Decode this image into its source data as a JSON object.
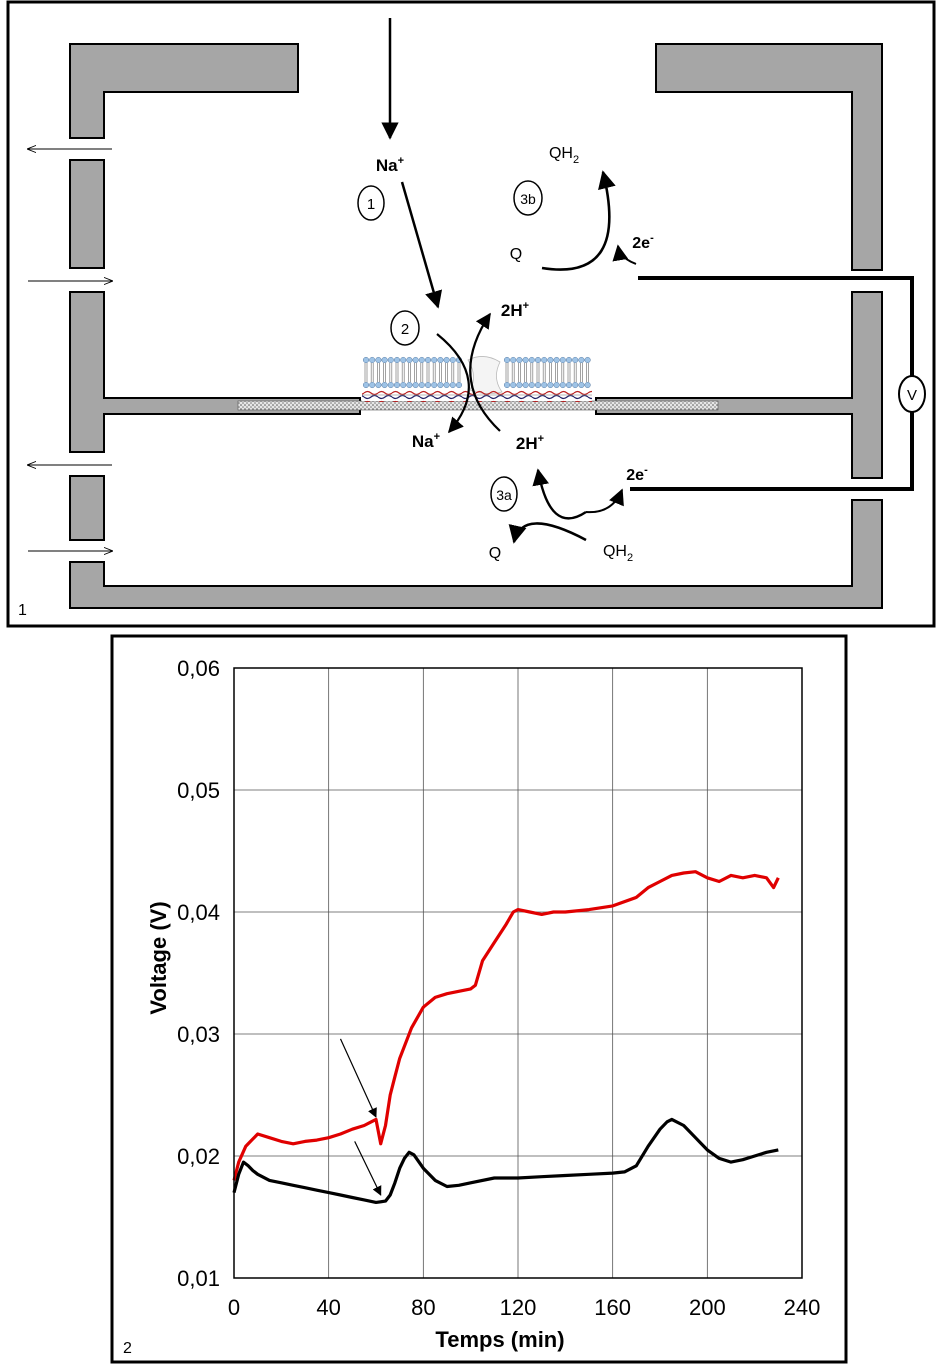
{
  "panel1": {
    "number": "1",
    "labels": {
      "na_top": "Na",
      "na_top_sup": "+",
      "step1": "1",
      "step2": "2",
      "step3a": "3a",
      "step3b": "3b",
      "h_top": "2H",
      "h_top_sup": "+",
      "na_bottom": "Na",
      "na_bottom_sup": "+",
      "h_bottom": "2H",
      "h_bottom_sup": "+",
      "qh2_top": "QH",
      "qh2_top_sub": "2",
      "q_top": "Q",
      "e_top": "2e",
      "e_top_sup": "-",
      "e_bottom": "2e",
      "e_bottom_sup": "-",
      "q_bottom": "Q",
      "qh2_bottom": "QH",
      "qh2_bottom_sub": "2",
      "voltmeter": "V"
    }
  },
  "panel2": {
    "number": "2"
  },
  "chart_data": {
    "type": "line",
    "title": "",
    "xlabel": "Temps (min)",
    "ylabel": "Voltage (V)",
    "xlim": [
      0,
      240
    ],
    "ylim": [
      0.01,
      0.06
    ],
    "x_ticks": [
      0,
      40,
      80,
      120,
      160,
      200,
      240
    ],
    "x_tick_labels": [
      "0",
      "40",
      "80",
      "120",
      "160",
      "200",
      "240"
    ],
    "y_ticks": [
      0.01,
      0.02,
      0.03,
      0.04,
      0.05,
      0.06
    ],
    "y_tick_labels": [
      "0,01",
      "0,02",
      "0,03",
      "0,04",
      "0,05",
      "0,06"
    ],
    "grid": true,
    "series": [
      {
        "color": "#e00000",
        "x": [
          0,
          2,
          5,
          10,
          15,
          20,
          25,
          30,
          35,
          40,
          45,
          50,
          55,
          58,
          60,
          62,
          64,
          66,
          68,
          70,
          75,
          80,
          85,
          90,
          95,
          100,
          102,
          105,
          110,
          115,
          118,
          120,
          125,
          130,
          135,
          140,
          150,
          160,
          170,
          175,
          180,
          185,
          190,
          195,
          200,
          205,
          210,
          215,
          220,
          225,
          228,
          230
        ],
        "y": [
          0.018,
          0.0195,
          0.0208,
          0.0218,
          0.0215,
          0.0212,
          0.021,
          0.0212,
          0.0213,
          0.0215,
          0.0218,
          0.0222,
          0.0225,
          0.0228,
          0.023,
          0.021,
          0.0225,
          0.025,
          0.0265,
          0.028,
          0.0305,
          0.0322,
          0.033,
          0.0333,
          0.0335,
          0.0337,
          0.034,
          0.036,
          0.0375,
          0.039,
          0.04,
          0.0402,
          0.04,
          0.0398,
          0.04,
          0.04,
          0.0402,
          0.0405,
          0.0412,
          0.042,
          0.0425,
          0.043,
          0.0432,
          0.0433,
          0.0428,
          0.0425,
          0.043,
          0.0428,
          0.043,
          0.0428,
          0.042,
          0.0428
        ]
      },
      {
        "color": "#000000",
        "x": [
          0,
          2,
          4,
          6,
          8,
          10,
          15,
          20,
          25,
          30,
          35,
          40,
          45,
          50,
          55,
          60,
          64,
          66,
          68,
          70,
          72,
          74,
          76,
          80,
          85,
          90,
          95,
          100,
          110,
          120,
          130,
          140,
          150,
          160,
          165,
          170,
          175,
          180,
          183,
          185,
          190,
          195,
          200,
          205,
          210,
          215,
          220,
          225,
          230
        ],
        "y": [
          0.017,
          0.0185,
          0.0195,
          0.0192,
          0.0188,
          0.0185,
          0.018,
          0.0178,
          0.0176,
          0.0174,
          0.0172,
          0.017,
          0.0168,
          0.0166,
          0.0164,
          0.0162,
          0.0163,
          0.0168,
          0.0178,
          0.019,
          0.0198,
          0.0203,
          0.0201,
          0.019,
          0.018,
          0.0175,
          0.0176,
          0.0178,
          0.0182,
          0.0182,
          0.0183,
          0.0184,
          0.0185,
          0.0186,
          0.0187,
          0.0192,
          0.0208,
          0.0222,
          0.0228,
          0.023,
          0.0225,
          0.0215,
          0.0205,
          0.0198,
          0.0195,
          0.0197,
          0.02,
          0.0203,
          0.0205
        ]
      }
    ],
    "annotations": [
      {
        "type": "arrow",
        "from": [
          45,
          0.0296
        ],
        "to": [
          60,
          0.0232
        ]
      },
      {
        "type": "arrow",
        "from": [
          51,
          0.0212
        ],
        "to": [
          62,
          0.0168
        ]
      }
    ]
  }
}
